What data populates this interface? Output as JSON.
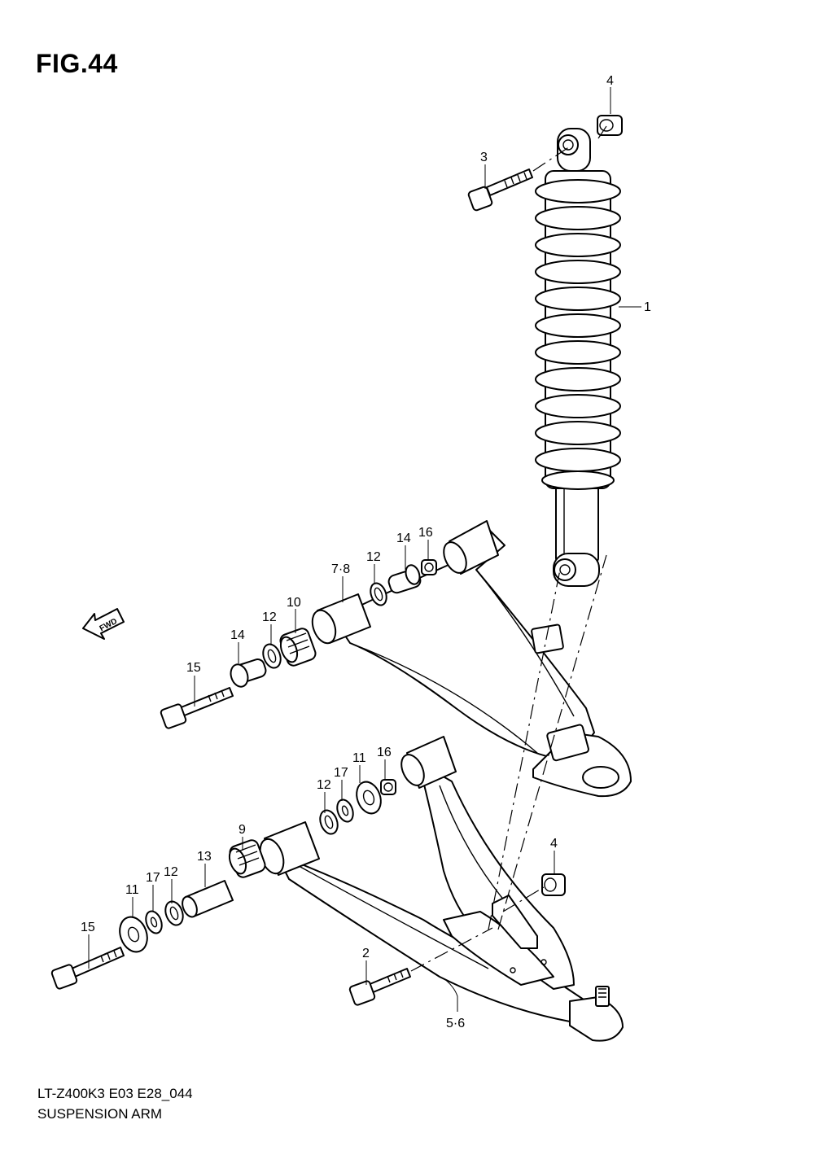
{
  "figure": {
    "title": "FIG.44",
    "model_code": "LT-Z400K3 E03 E28_044",
    "section_name": "SUSPENSION ARM",
    "fwd_marker": "FWD"
  },
  "callouts": [
    {
      "id": "c4a",
      "label": "4"
    },
    {
      "id": "c3",
      "label": "3"
    },
    {
      "id": "c1",
      "label": "1"
    },
    {
      "id": "c16a",
      "label": "16"
    },
    {
      "id": "c14a",
      "label": "14"
    },
    {
      "id": "c12a",
      "label": "12"
    },
    {
      "id": "c78",
      "label": "7·8"
    },
    {
      "id": "c10",
      "label": "10"
    },
    {
      "id": "c12b",
      "label": "12"
    },
    {
      "id": "c14b",
      "label": "14"
    },
    {
      "id": "c15a",
      "label": "15"
    },
    {
      "id": "c11a",
      "label": "11"
    },
    {
      "id": "c16b",
      "label": "16"
    },
    {
      "id": "c17a",
      "label": "17"
    },
    {
      "id": "c12c",
      "label": "12"
    },
    {
      "id": "c9",
      "label": "9"
    },
    {
      "id": "c13",
      "label": "13"
    },
    {
      "id": "c12d",
      "label": "12"
    },
    {
      "id": "c17b",
      "label": "17"
    },
    {
      "id": "c11b",
      "label": "11"
    },
    {
      "id": "c15b",
      "label": "15"
    },
    {
      "id": "c4b",
      "label": "4"
    },
    {
      "id": "c2",
      "label": "2"
    },
    {
      "id": "c56",
      "label": "5·6"
    }
  ]
}
